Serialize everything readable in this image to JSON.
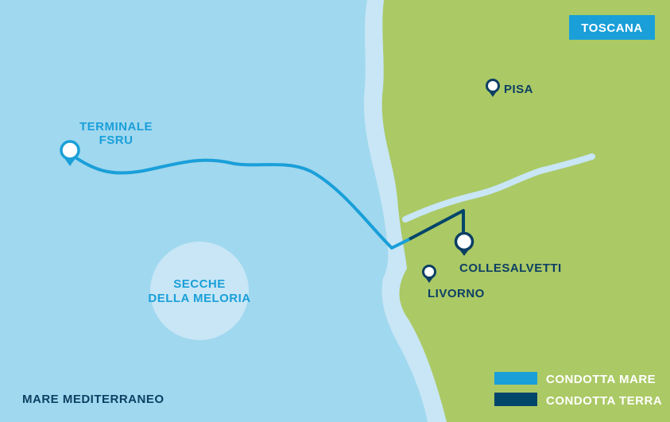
{
  "region_badge": "TOSCANA",
  "places": {
    "terminal_line1": "TERMINALE",
    "terminal_line2": "FSRU",
    "pisa": "PISA",
    "collesalvetti": "COLLESALVETTI",
    "livorno": "LIVORNO",
    "meloria_line1": "SECCHE",
    "meloria_line2": "DELLA MELORIA",
    "sea": "MARE MEDITERRANEO"
  },
  "legend": [
    {
      "label": "CONDOTTA MARE",
      "color": "#1a9fd9"
    },
    {
      "label": "CONDOTTA TERRA",
      "color": "#00456a"
    }
  ],
  "colors": {
    "sea": "#a0d8ef",
    "land": "#abc965",
    "shallow": "#c8e6f5",
    "dark_text": "#0d3f63"
  }
}
